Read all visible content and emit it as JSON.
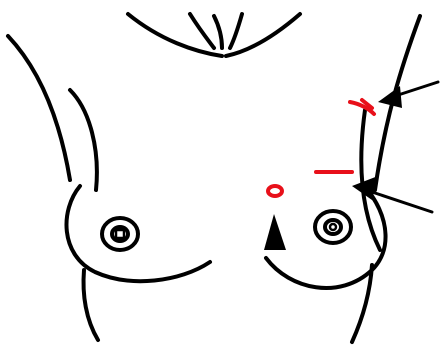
{
  "figure": {
    "subject": "torso-outline",
    "background": "#ffffff",
    "line_color": "#000000",
    "mark_color": "#e8101a",
    "markers": [
      {
        "kind": "arrow",
        "points_to": "upper-right-lateral-mark"
      },
      {
        "kind": "arrow",
        "points_to": "lateral-fold-mark"
      },
      {
        "kind": "arrowhead",
        "points_to": "incision-mark"
      }
    ],
    "marks": [
      {
        "kind": "incision-circle"
      },
      {
        "kind": "lateral-line"
      },
      {
        "kind": "lateral-curve"
      }
    ]
  }
}
